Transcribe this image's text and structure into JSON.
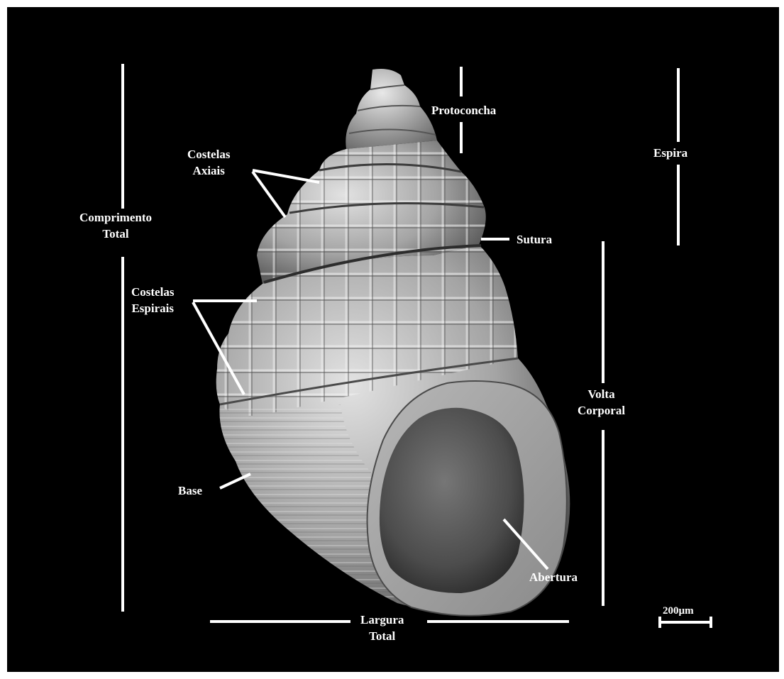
{
  "colors": {
    "background": "#000000",
    "annotation": "#ffffff",
    "shell_light": "#d2d2d2",
    "shell_dark": "#3a3a3a"
  },
  "labels": {
    "protoconcha": "Protoconcha",
    "espira": "Espira",
    "costelas_axiais": [
      "Costelas",
      "Axiais"
    ],
    "comprimento_total": [
      "Comprimento",
      "Total"
    ],
    "sutura": "Sutura",
    "costelas_espirais": [
      "Costelas",
      "Espirais"
    ],
    "volta_corporal": [
      "Volta",
      "Corporal"
    ],
    "base": "Base",
    "abertura": "Abertura",
    "largura_total": [
      "Largura",
      "Total"
    ],
    "scale_bar": "200µm"
  }
}
